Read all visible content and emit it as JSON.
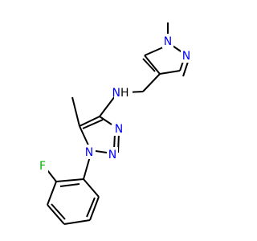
{
  "molecule": {
    "atoms": {
      "nh": {
        "symbol": "N",
        "suffix": "H",
        "color": "#0000FF",
        "suffix_color": "#000000"
      },
      "n_pyrazole_methyl": {
        "symbol": "N",
        "color": "#0000FF"
      },
      "n_pyrazole": {
        "symbol": "N",
        "color": "#0000FF"
      },
      "n_triazole_1": {
        "symbol": "N",
        "color": "#0000FF"
      },
      "n_triazole_2": {
        "symbol": "N",
        "color": "#0000FF"
      },
      "n_triazole_3": {
        "symbol": "N",
        "color": "#0000FF"
      },
      "fluorine": {
        "symbol": "F",
        "color": "#00B200"
      }
    },
    "bond_color": "#000000"
  }
}
